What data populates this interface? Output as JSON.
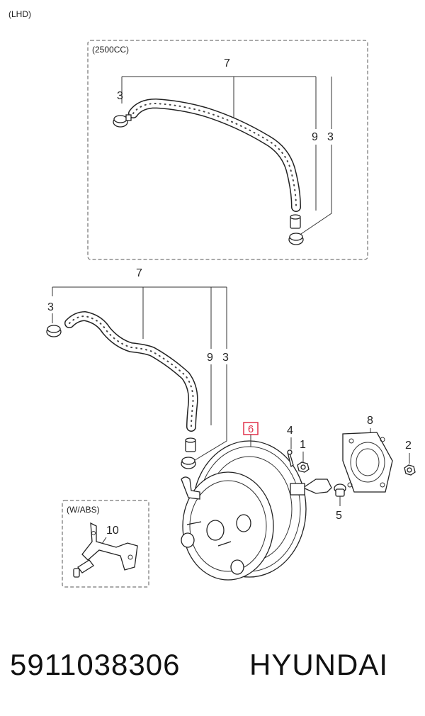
{
  "notes": {
    "lhd": "(LHD)",
    "engine_variant": "(2500CC)",
    "abs_variant": "(W/ABS)"
  },
  "callouts": {
    "top_hose": "7",
    "top_clamp_left": "3",
    "top_pipe": "9",
    "top_clamp_right": "3",
    "mid_hose": "7",
    "mid_clamp_left": "3",
    "mid_pipe": "9",
    "mid_clamp_right": "3",
    "booster": "6",
    "pin": "4",
    "nut_1": "1",
    "gasket": "8",
    "nut_2": "2",
    "clevis_pin": "5",
    "abs_bracket": "10"
  },
  "highlight_color": "#e0304a",
  "footer": {
    "part_number": "5911038306",
    "brand": "HYUNDAI"
  }
}
